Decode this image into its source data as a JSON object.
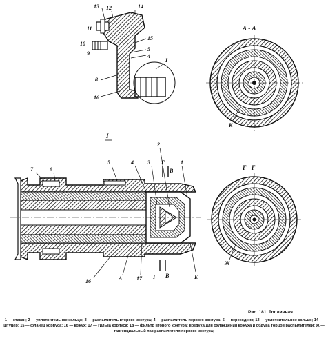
{
  "caption": {
    "figure_title": "Рис. 181. Топливная",
    "legend": "1 — стакан; 2 — уплотнительное кольцо; 3 — распылитель второго контура; 4 — распылитель первого контура; 5 — переходник; 13 — уплотнительное кольцо; 14 — штуцер; 15 — фланец корпуса; 16 — кожух; 17 — гильза корпуса; 18 — фильтр второго контура; воздуха для охлаждения кожуха и обдува торцов распылителей; Ж — тангенциальный паз распылителя первого контура;"
  },
  "sections": {
    "aa": "А - А",
    "gg": "Г - Г",
    "view_one": "I"
  },
  "labels": {
    "n13": "13",
    "n12": "12",
    "n14": "14",
    "n11": "11",
    "n10": "10",
    "n9": "9",
    "n15": "15",
    "n5top": "5",
    "n4top": "4",
    "nItop": "I",
    "n8": "8",
    "n16top": "16",
    "n7": "7",
    "n6": "6",
    "n5": "5",
    "n4": "4",
    "n3": "3",
    "n2": "2",
    "n1": "1",
    "g1": "Г",
    "v1": "В",
    "g2": "Г",
    "v2": "В",
    "n16": "16",
    "a": "А",
    "n17": "17",
    "e": "Е",
    "k": "К",
    "zh": "Ж"
  }
}
